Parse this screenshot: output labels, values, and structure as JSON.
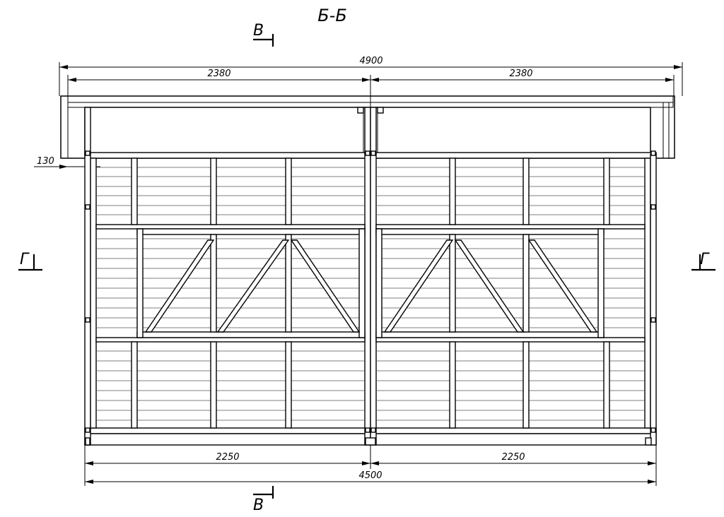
{
  "title": "Б-Б",
  "section_marks": {
    "top": "В",
    "bottom": "В",
    "left": "Г",
    "right": "Г"
  },
  "dimensions": {
    "overall_top": "4900",
    "top_left": "2380",
    "top_right": "2380",
    "overhang": "130",
    "bottom_left": "2250",
    "bottom_right": "2250",
    "overall_bottom": "4500"
  }
}
